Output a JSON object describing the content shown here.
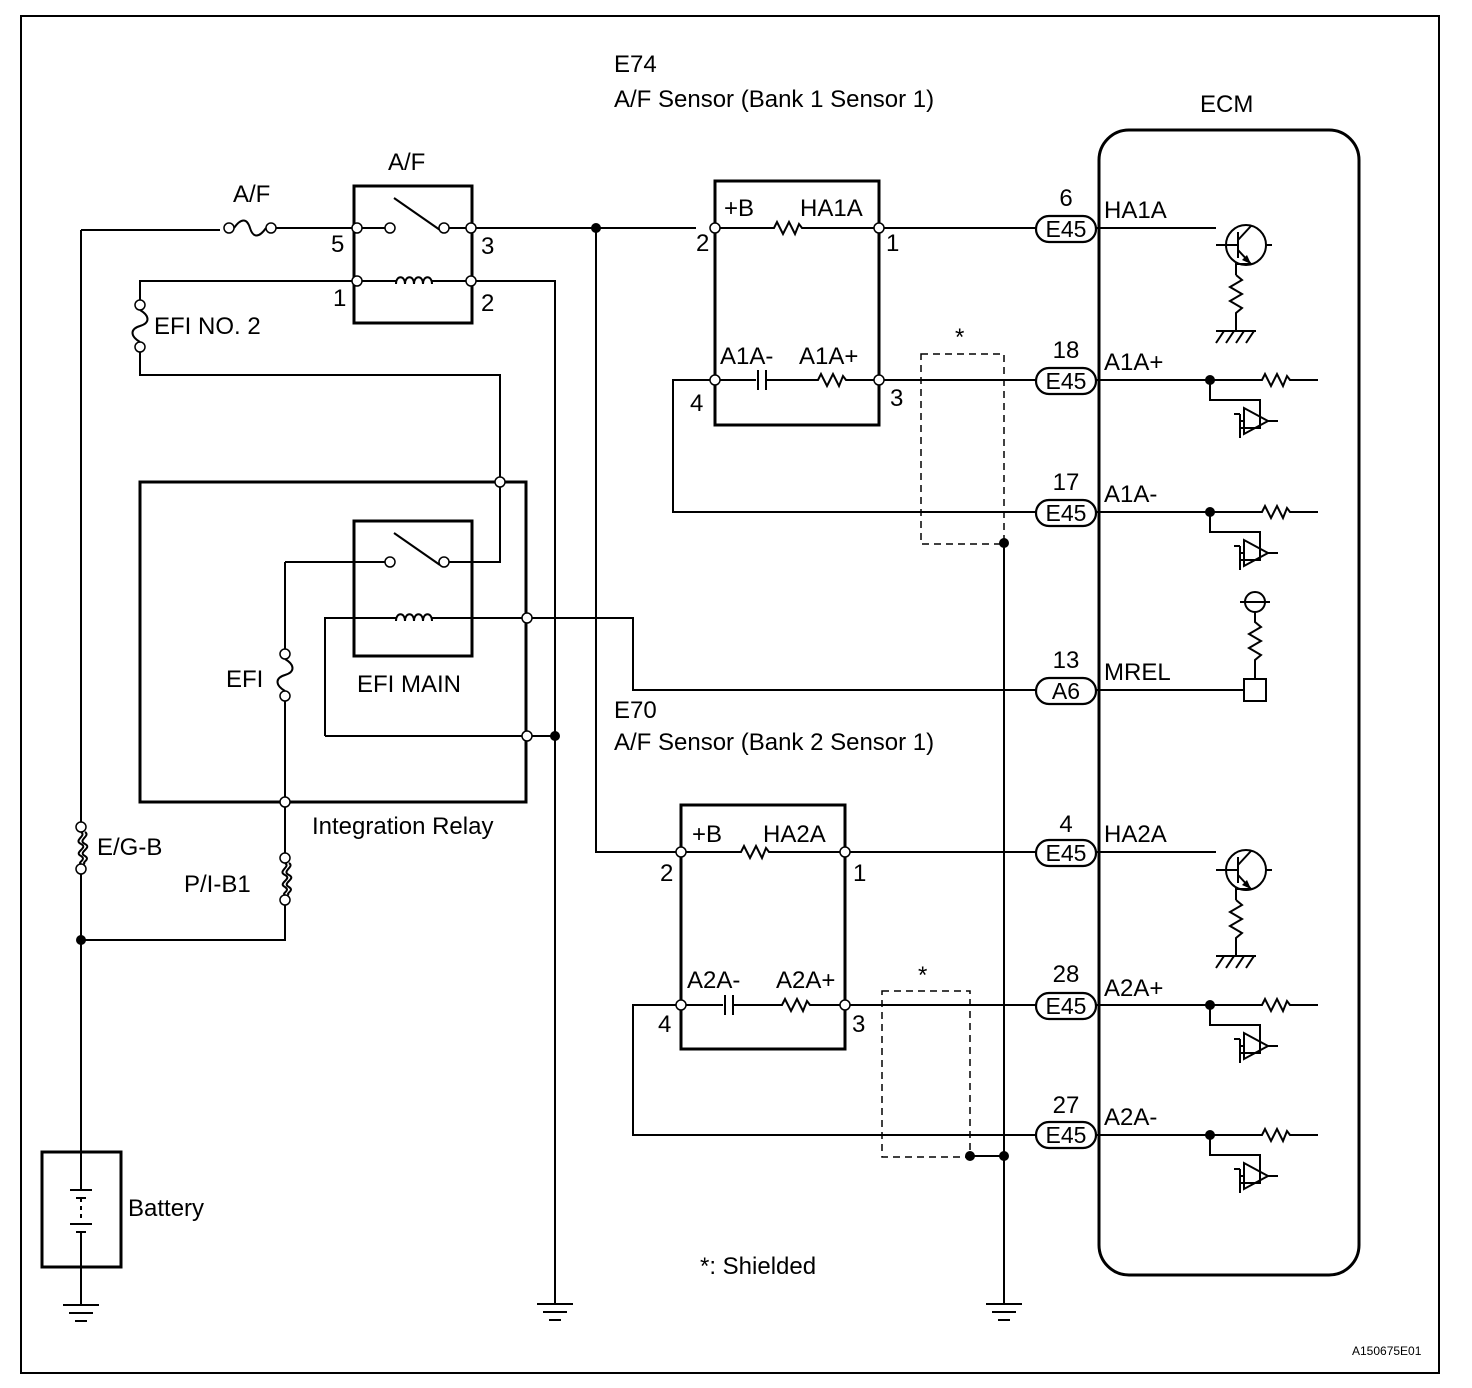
{
  "components": {
    "e74_code": "E74",
    "e74_name": "A/F Sensor (Bank 1 Sensor 1)",
    "e70_code": "E70",
    "e70_name": "A/F Sensor (Bank 2 Sensor 1)",
    "ecm": "ECM",
    "af_fuse": "A/F",
    "af_relay": "A/F",
    "efi_no2": "EFI NO. 2",
    "efi_fuse": "EFI",
    "efi_main": "EFI MAIN",
    "integration_relay": "Integration Relay",
    "egb_fuse": "E/G-B",
    "pib1_fuse": "P/I-B1",
    "battery": "Battery"
  },
  "relay_af_pins": {
    "p5": "5",
    "p3": "3",
    "p1": "1",
    "p2": "2"
  },
  "sensor_e74": {
    "plus_b": "+B",
    "heater": "HA1A",
    "neg": "A1A-",
    "pos": "A1A+",
    "pins": {
      "p2": "2",
      "p1": "1",
      "p4": "4",
      "p3": "3"
    }
  },
  "sensor_e70": {
    "plus_b": "+B",
    "heater": "HA2A",
    "neg": "A2A-",
    "pos": "A2A+",
    "pins": {
      "p2": "2",
      "p1": "1",
      "p4": "4",
      "p3": "3"
    }
  },
  "ecm_terminals": [
    {
      "pin": "6",
      "connector": "E45",
      "signal": "HA1A"
    },
    {
      "pin": "18",
      "connector": "E45",
      "signal": "A1A+"
    },
    {
      "pin": "17",
      "connector": "E45",
      "signal": "A1A-"
    },
    {
      "pin": "13",
      "connector": "A6",
      "signal": "MREL"
    },
    {
      "pin": "4",
      "connector": "E45",
      "signal": "HA2A"
    },
    {
      "pin": "28",
      "connector": "E45",
      "signal": "A2A+"
    },
    {
      "pin": "27",
      "connector": "E45",
      "signal": "A2A-"
    }
  ],
  "shield_marks": [
    "*",
    "*"
  ],
  "note": "*: Shielded",
  "figure_code": "A150675E01"
}
